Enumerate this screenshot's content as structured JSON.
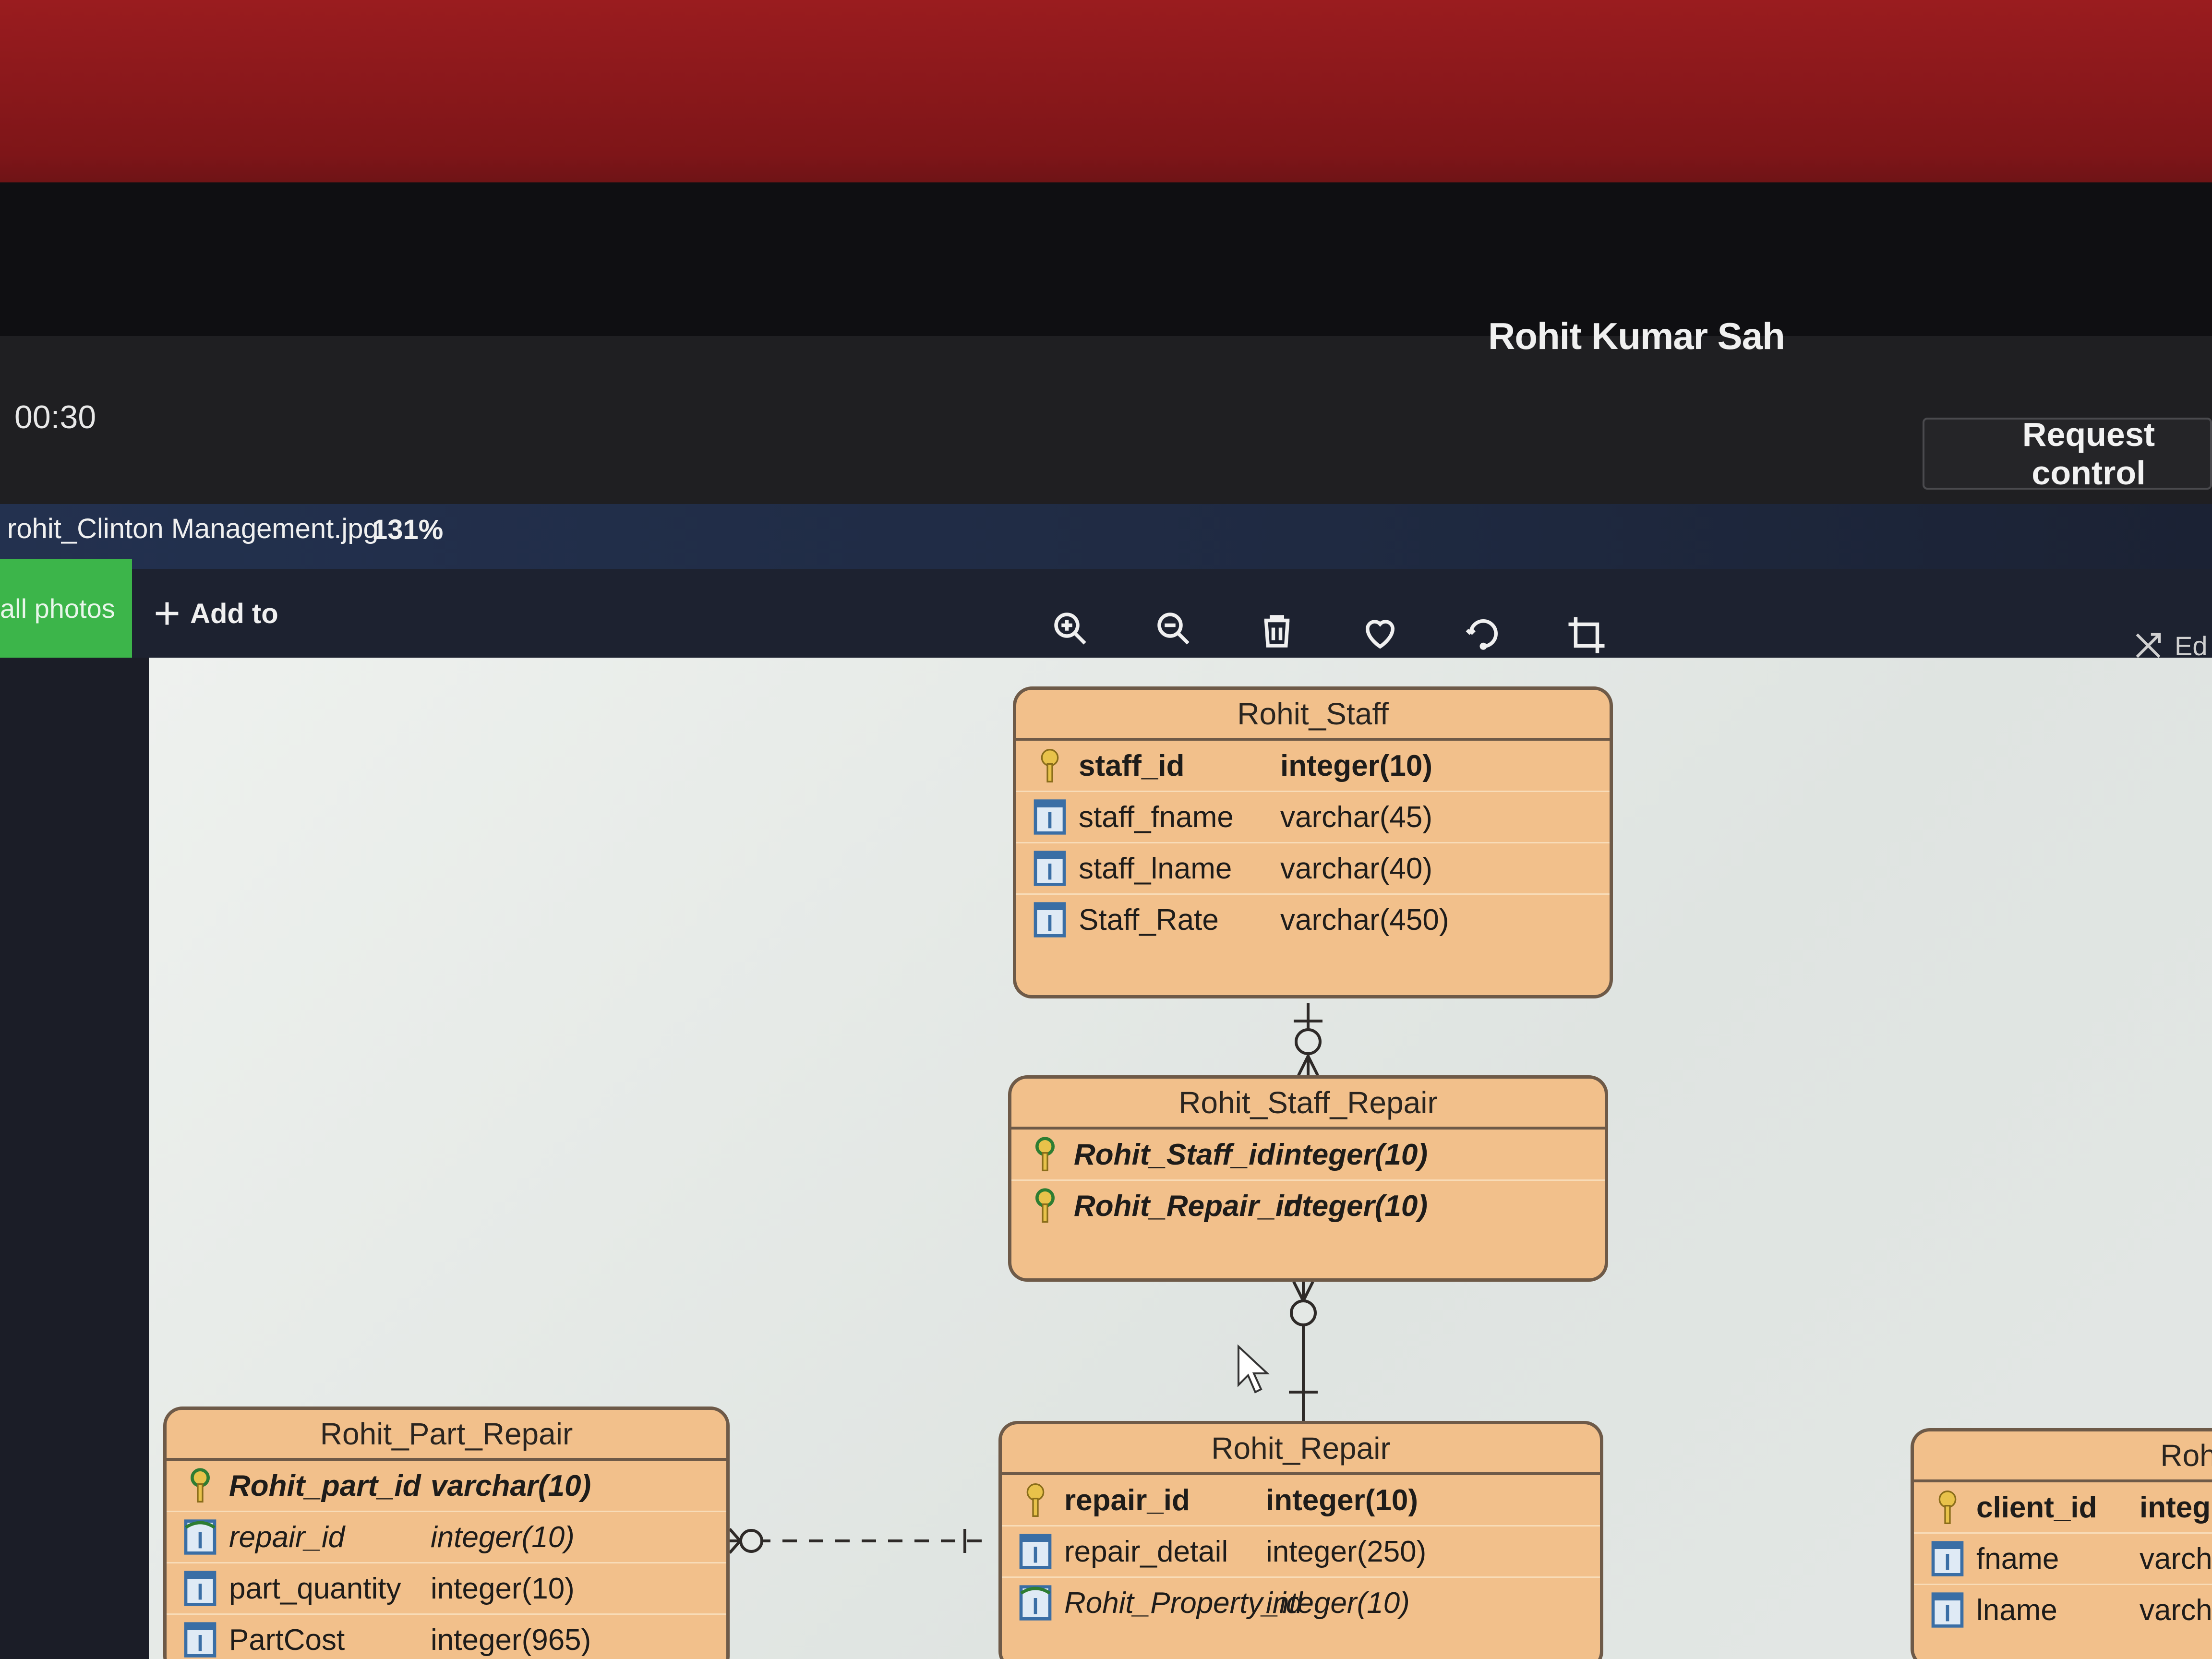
{
  "meeting": {
    "presenter_name": "Rohit Kumar Sah",
    "timer": "00:30",
    "request_control_label": "Request control"
  },
  "viewer": {
    "file_name": "rohit_Clinton Management.jpg",
    "zoom": "131%",
    "all_photos_label": "all photos",
    "add_to_label": "Add to",
    "edit_label": "Ed",
    "tools": [
      "zoom-in",
      "zoom-out",
      "delete",
      "favorite",
      "rotate",
      "crop"
    ]
  },
  "diagram": {
    "entities": {
      "staff": {
        "name": "Rohit_Staff",
        "columns": [
          {
            "name": "staff_id",
            "type": "integer(10)",
            "key": "pk"
          },
          {
            "name": "staff_fname",
            "type": "varchar(45)",
            "key": "none"
          },
          {
            "name": "staff_lname",
            "type": "varchar(40)",
            "key": "none"
          },
          {
            "name": "Staff_Rate",
            "type": "varchar(450)",
            "key": "none"
          }
        ]
      },
      "staff_repair": {
        "name": "Rohit_Staff_Repair",
        "columns": [
          {
            "name": "Rohit_Staff_id",
            "type": "integer(10)",
            "key": "pfk"
          },
          {
            "name": "Rohit_Repair_id",
            "type": "integer(10)",
            "key": "pfk"
          }
        ]
      },
      "part_repair": {
        "name": "Rohit_Part_Repair",
        "columns": [
          {
            "name": "Rohit_part_id",
            "type": "varchar(10)",
            "key": "pfk"
          },
          {
            "name": "repair_id",
            "type": "integer(10)",
            "key": "fk"
          },
          {
            "name": "part_quantity",
            "type": "integer(10)",
            "key": "none"
          },
          {
            "name": "PartCost",
            "type": "integer(965)",
            "key": "none"
          }
        ]
      },
      "repair": {
        "name": "Rohit_Repair",
        "columns": [
          {
            "name": "repair_id",
            "type": "integer(10)",
            "key": "pk"
          },
          {
            "name": "repair_detail",
            "type": "integer(250)",
            "key": "none"
          },
          {
            "name": "Rohit_Property_id",
            "type": "integer(10)",
            "key": "fk"
          }
        ]
      },
      "client": {
        "name": "Rohit_Cli",
        "columns": [
          {
            "name": "client_id",
            "type": "integ",
            "key": "pk"
          },
          {
            "name": "fname",
            "type": "varch",
            "key": "none"
          },
          {
            "name": "lname",
            "type": "varch",
            "key": "none"
          }
        ]
      }
    }
  }
}
